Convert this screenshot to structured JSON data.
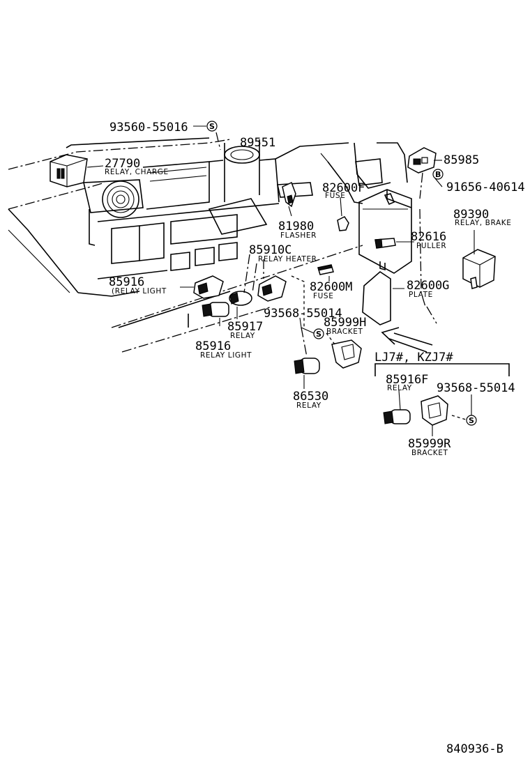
{
  "labels": {
    "p93560_55016": "93560-55016",
    "p89551": "89551",
    "p27790": "27790",
    "p27790_sub": "RELAY, CHARGE",
    "p85985": "85985",
    "p91656_40614": "91656-40614",
    "p82600F": "82600F",
    "p82600F_sub": "FUSE",
    "p89390": "89390",
    "p89390_sub": "RELAY, BRAKE",
    "p81980": "81980",
    "p81980_sub": "FLASHER",
    "p82616": "82616",
    "p82616_sub": "PULLER",
    "p85910C": "85910C",
    "p85910C_sub": "RELAY HEATER",
    "p85916_a": "85916",
    "p85916_a_sub": "(RELAY LIGHT",
    "p82600M": "82600M",
    "p82600M_sub": "FUSE",
    "p82600G": "82600G",
    "p82600G_sub": "PLATE",
    "p93568_55014_a": "93568-55014",
    "p85917": "85917",
    "p85917_sub": "RELAY",
    "p85999H": "85999H",
    "p85999H_sub": "BRACKET",
    "p85916_b": "85916",
    "p85916_b_sub": "RELAY LIGHT",
    "variant": "LJ7#, KZJ7#",
    "p85916F": "85916F",
    "p85916F_sub": "RELAY",
    "p93568_55014_b": "93568-55014",
    "p86530": "86530",
    "p86530_sub": "RELAY",
    "p85999R": "85999R",
    "p85999R_sub": "BRACKET",
    "drawing_id": "840936-B"
  },
  "marks": {
    "s": "S",
    "b": "B"
  }
}
